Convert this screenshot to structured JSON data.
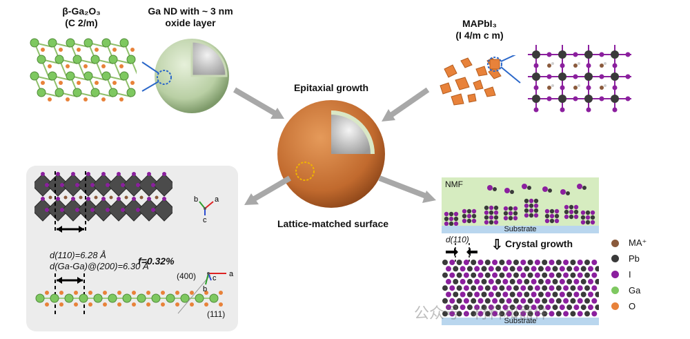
{
  "top_left": {
    "ga2o3_title": "β-Ga₂O₃",
    "ga2o3_space_group": "(C 2/m)",
    "ga_nd_title": "Ga ND with ~ 3 nm",
    "ga_nd_subtitle": "oxide layer"
  },
  "top_right": {
    "mapbi_title": "MAPbI₃",
    "mapbi_space_group": "(I 4/m c m)"
  },
  "center": {
    "epitaxial_label": "Epitaxial growth",
    "surface_label": "Lattice-matched surface"
  },
  "bottom_left": {
    "d110_label": "d(110)=6.28 Å",
    "dgaga_label": "d(Ga-Ga)@(200)=6.30 Å",
    "f_label": "f=0.32%",
    "plane_400": "(400)",
    "plane_111": "(111)",
    "axes_top": {
      "a": "a",
      "b": "b",
      "c": "c"
    },
    "axes_bottom": {
      "a": "a",
      "b": "b",
      "c": "c"
    }
  },
  "bottom_right": {
    "nmf_label": "NMF",
    "substrate_top": "Substrate",
    "crystal_growth": "Crystal growth",
    "d110_small": "d(110)",
    "substrate_bottom": "Substrate"
  },
  "legend": [
    {
      "label": "MA⁺",
      "color": "#8a5a3c"
    },
    {
      "label": "Pb",
      "color": "#3a3a3a"
    },
    {
      "label": "I",
      "color": "#8b1f9e"
    },
    {
      "label": "Ga",
      "color": "#7ec860"
    },
    {
      "label": "O",
      "color": "#e8823a"
    }
  ],
  "watermark": "公众号 · 材料和器件",
  "colors": {
    "ga": "#7ec860",
    "o": "#e8823a",
    "i": "#8b1f9e",
    "pb": "#3a3a3a",
    "octahedra": "#4b4b4b",
    "nmf_bg": "#d6ecc0",
    "substrate": "#b9d6ee",
    "arrow": "#a8a8a8",
    "shell": "#c16a2e"
  }
}
